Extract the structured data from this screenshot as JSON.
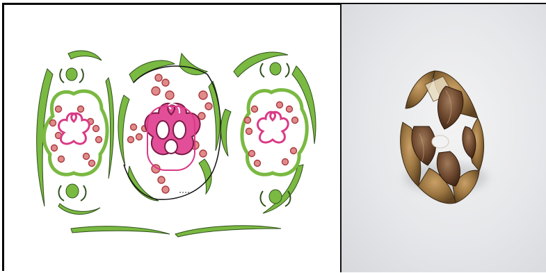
{
  "figure": {
    "left_panel": {
      "content": "floral-diagram-illustration",
      "units": [
        {
          "id": "left",
          "center_shape": "trilobed-outline"
        },
        {
          "id": "center",
          "center_shape": "trilobed-ovary-with-three-locules"
        },
        {
          "id": "right",
          "center_shape": "trilobed-outline"
        }
      ]
    },
    "right_panel": {
      "content": "photo-of-dehisced-capsule-with-seeds"
    },
    "colors": {
      "sepal_green": "#7ab942",
      "sepal_dark": "#2f4f1a",
      "gynoecium_magenta": "#d93a86",
      "stamen_red": "#c05256",
      "stamen_fill": "#e08b8b",
      "capsule_brown": "#8a6a3a",
      "seed_dark": "#5a3a22",
      "background_grey": "#e6e7ea"
    }
  }
}
